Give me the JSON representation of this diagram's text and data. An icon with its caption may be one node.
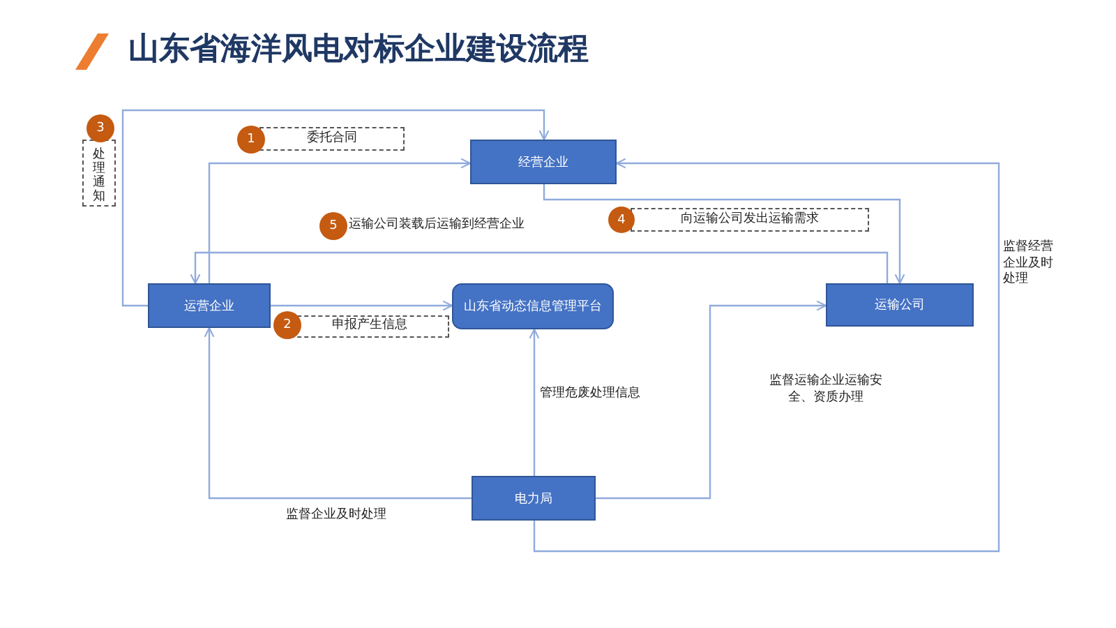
{
  "diagram": {
    "title": "山东省海洋风电对标企业建设流程",
    "nodes": [
      {
        "text": [
          "3",
          "处理通知"
        ]
      },
      {
        "text": [
          "1",
          "委托合同"
        ]
      },
      {
        "text": [
          "经营企业"
        ]
      },
      {
        "text": [
          "5",
          "运输公司装载后运输到经营企业"
        ]
      },
      {
        "text": [
          "4",
          "向运输公司发出运输需求"
        ]
      },
      {
        "text": [
          "运营企业"
        ]
      },
      {
        "text": [
          "山东省动态信息管理平台"
        ]
      },
      {
        "text": [
          "2",
          "申报产生信息"
        ]
      },
      {
        "text": [
          "运输公司"
        ]
      },
      {
        "text": [
          "电力局"
        ]
      }
    ],
    "edges": [
      {
        "from": 5,
        "to": 2,
        "arrow": "to"
      },
      {
        "from": 5,
        "to": 2,
        "arrow": "to"
      },
      {
        "from": 2,
        "to": 8,
        "arrow": "to"
      },
      {
        "from": 8,
        "to": 5,
        "arrow": "to"
      },
      {
        "from": 5,
        "to": 6,
        "arrow": "to"
      },
      {
        "from": 9,
        "to": 6,
        "arrow": "to",
        "label": "管理危废处理信息"
      },
      {
        "from": 9,
        "to": 5,
        "arrow": "to",
        "label": "监督企业及时处理"
      },
      {
        "from": 9,
        "to": 8,
        "arrow": "to",
        "label": "监督运输企业运输安全、资质办理"
      },
      {
        "from": 9,
        "to": 2,
        "arrow": "to",
        "label": "监督经营企业及时处理"
      }
    ]
  }
}
